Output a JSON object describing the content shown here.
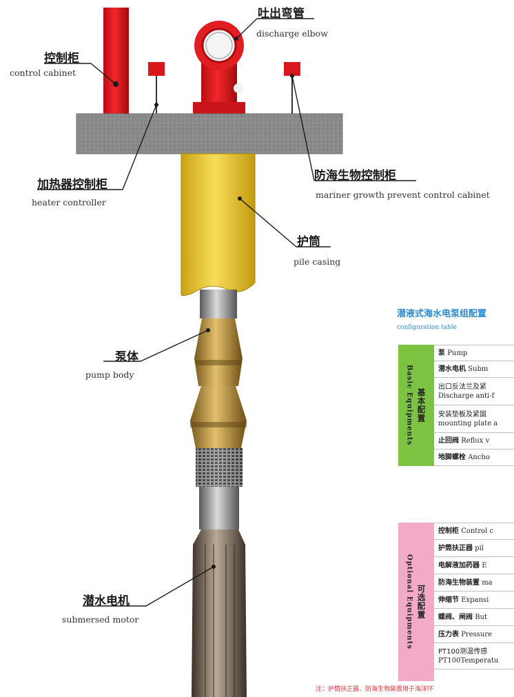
{
  "labels": {
    "control_cabinet": {
      "zh": "控制柜",
      "en": "control cabinet"
    },
    "discharge_elbow": {
      "zh": "吐出弯管",
      "en": "discharge elbow"
    },
    "heater_controller": {
      "zh": "加热器控制柜",
      "en": "heater controller"
    },
    "mariner_cabinet": {
      "zh": "防海生物控制柜",
      "en": "mariner growth prevent control cabinet"
    },
    "pile_casing": {
      "zh": "护筒",
      "en": "pile casing"
    },
    "pump_body": {
      "zh": "泵体",
      "en": "pump body"
    },
    "submersed_motor": {
      "zh": "潜水电机",
      "en": "submersed motor"
    }
  },
  "config_table": {
    "title_zh": "潜液式海水电泵组配置",
    "title_en": "configuration table",
    "basic": {
      "zh": "基本配置",
      "en": "Basic Equipments",
      "color": "#7cc243",
      "rows": [
        {
          "zh": "泵",
          "en": "Pump"
        },
        {
          "zh": "潜水电机",
          "en": "Subm"
        },
        {
          "zh": "出口反法兰及紧",
          "en": "Discharge anti-f"
        },
        {
          "zh": "安装垫板及紧固",
          "en": "mounting plate a"
        },
        {
          "zh": "止回阀",
          "en": "Reflux v"
        },
        {
          "zh": "地脚螺栓",
          "en": "Ancho"
        }
      ]
    },
    "optional": {
      "zh": "可选配置",
      "en": "Optional Equipments",
      "color": "#f2aac6",
      "rows": [
        {
          "zh": "控制柜",
          "en": "Control c"
        },
        {
          "zh": "护筒扶正器",
          "en": "pil"
        },
        {
          "zh": "电解液加药器",
          "en": "E"
        },
        {
          "zh": "防海生物装置",
          "en": "ma"
        },
        {
          "zh": "伸缩节",
          "en": "Expansi"
        },
        {
          "zh": "蝶阀、闸阀",
          "en": "But"
        },
        {
          "zh": "压力表",
          "en": "Pressure"
        },
        {
          "zh": "PT100测温传感",
          "en": "PT100Temperatu"
        }
      ]
    },
    "note": "注：护筒扶正器、防海生物装置用于海洋环"
  }
}
